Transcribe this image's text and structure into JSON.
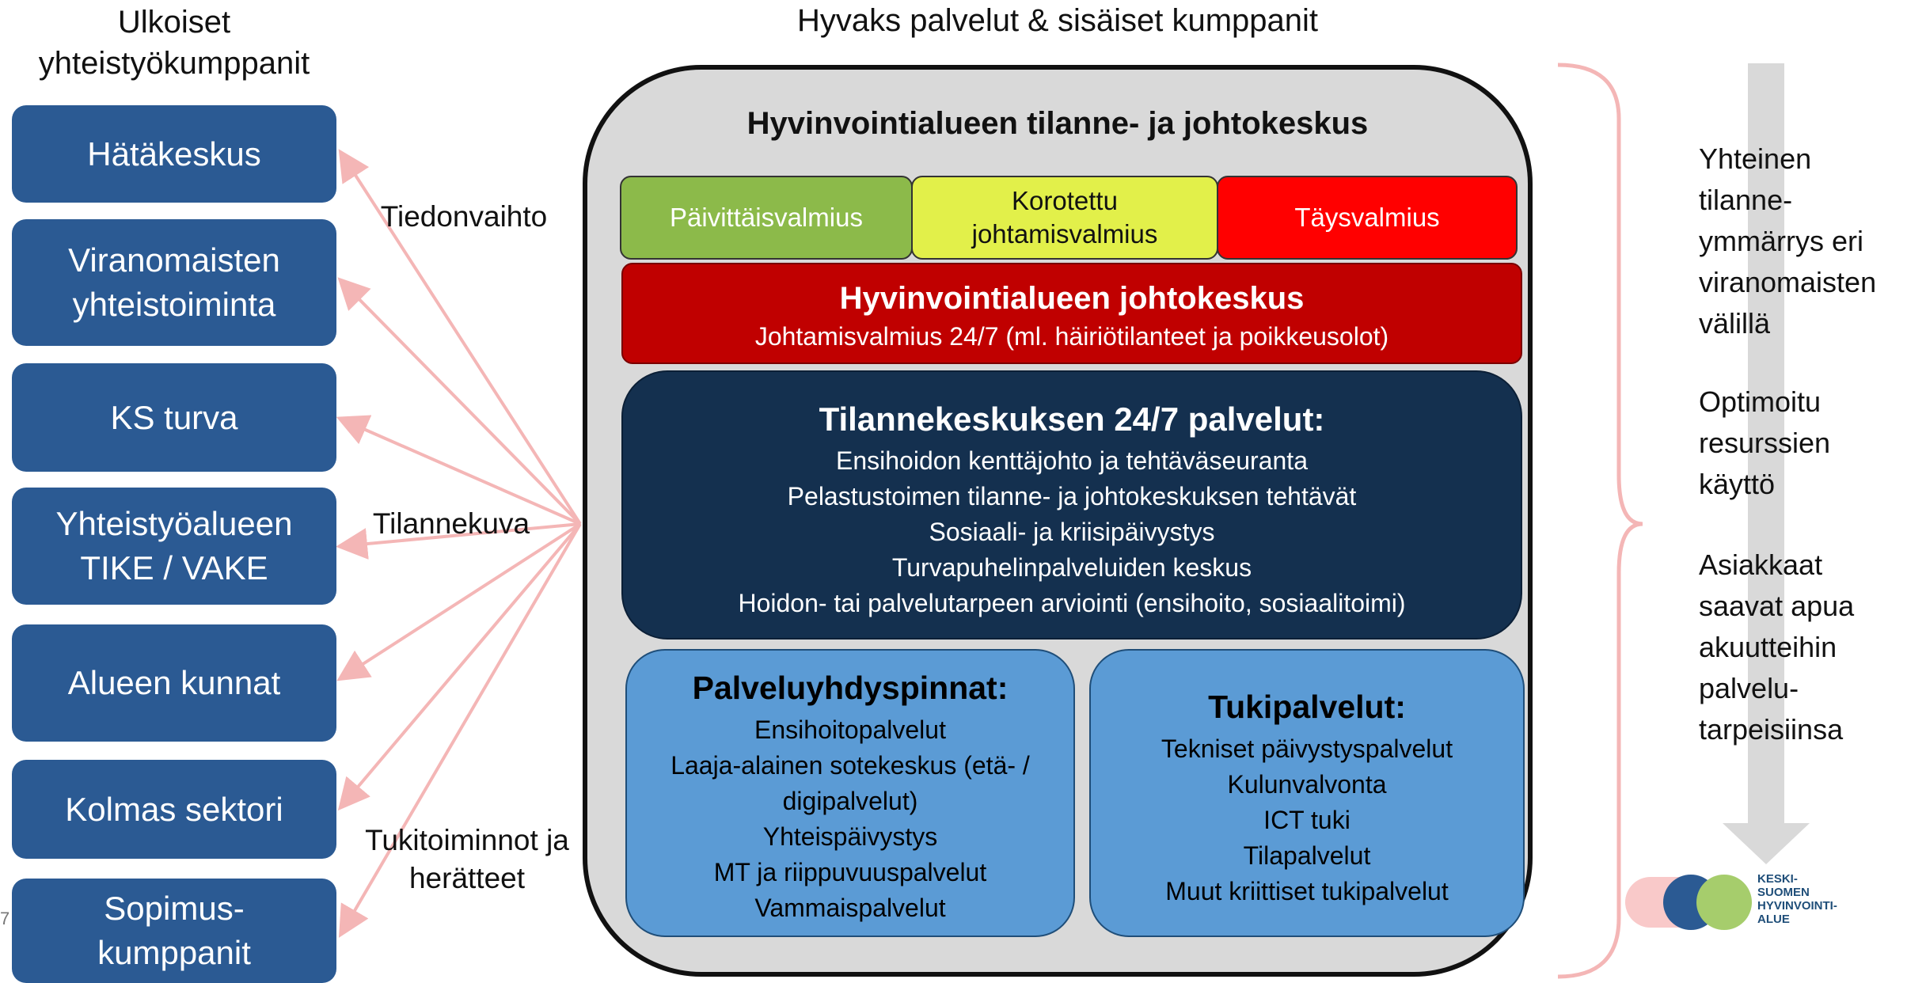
{
  "headers": {
    "left": "Ulkoiset\nyhteistyökumppanit",
    "center": "Hyvaks palvelut & sisäiset kumppanit"
  },
  "partners": [
    "Hätäkeskus",
    "Viranomaisten\nyhteistoiminta",
    "KS turva",
    "Yhteistyöalueen\nTIKE / VAKE",
    "Alueen kunnat",
    "Kolmas sektori",
    "Sopimus-\nkumppanit"
  ],
  "arrow_labels": {
    "info_exchange": "Tiedonvaihto",
    "situation_picture": "Tilannekuva",
    "support": "Tukitoiminnot ja\nherätteet"
  },
  "main": {
    "title": "Hyvinvointialueen tilanne- ja johtokeskus",
    "levels": [
      "Päivittäisvalmius",
      "Korotettu\njohtamisvalmius",
      "Täysvalmius"
    ],
    "command": {
      "title": "Hyvinvointialueen johtokeskus",
      "subtitle": "Johtamisvalmius 24/7 (ml. häiriötilanteet ja poikkeusolot)"
    },
    "services": {
      "title": "Tilannekeskuksen 24/7 palvelut:",
      "items": [
        "Ensihoidon kenttäjohto ja tehtäväseuranta",
        "Pelastustoimen tilanne- ja johtokeskuksen tehtävät",
        "Sosiaali- ja kriisipäivystys",
        "Turvapuhelinpalveluiden keskus",
        "Hoidon- tai palvelutarpeen arviointi (ensihoito, sosiaalitoimi)"
      ]
    },
    "interfaces": {
      "title": "Palveluyhdyspinnat:",
      "items": [
        "Ensihoitopalvelut",
        "Laaja-alainen sotekeskus (etä- /",
        "digipalvelut)",
        "Yhteispäivystys",
        "MT ja riippuvuuspalvelut",
        "Vammaispalvelut"
      ]
    },
    "support": {
      "title": "Tukipalvelut:",
      "items": [
        "Tekniset päivystyspalvelut",
        "Kulunvalvonta",
        "ICT tuki",
        "Tilapalvelut",
        "Muut kriittiset tukipalvelut"
      ]
    }
  },
  "benefits": [
    "Yhteinen\ntilanne-\nymmärrys eri\nviranomaisten\nvälillä",
    "Optimoitu\nresurssien\nkäyttö",
    "Asiakkaat\nsaavat apua\nakuutteihin\npalvelu-\ntarpeisiinsa"
  ],
  "logo_text": "KESKI-\nSUOMEN\nHYVINVOINTI-\nALUE",
  "page_number": "7",
  "colors": {
    "partner_box": "#2b5a93",
    "daily": "#8cba4a",
    "elevated": "#e2f04a",
    "full": "#ff0000",
    "command": "#c00000",
    "services": "#14304f",
    "light_boxes": "#5b9bd5",
    "arrows": "#f4b6b6"
  }
}
